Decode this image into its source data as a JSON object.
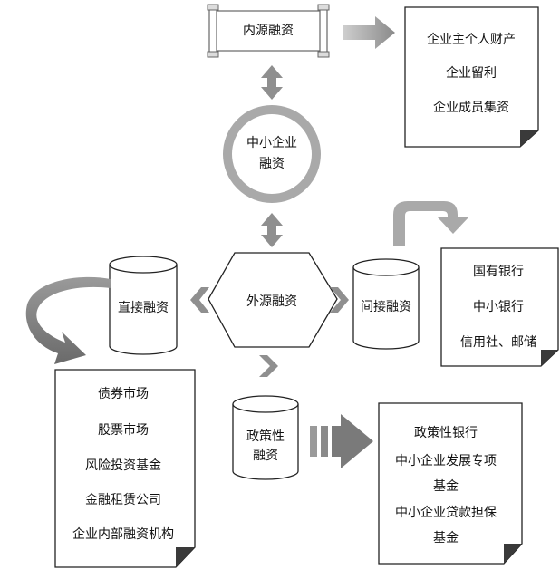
{
  "colors": {
    "ring": "#a9a9a9",
    "arrow_light": "#b0b0b0",
    "arrow_mid": "#8f8f8f",
    "arrow_dark": "#707070",
    "stroke": "#222222",
    "fold": "#3a3a3a"
  },
  "internal": {
    "title": "内源融资",
    "items": [
      "企业主个人财产",
      "企业留利",
      "企业成员集资"
    ]
  },
  "center": {
    "line1": "中小企业",
    "line2": "融资"
  },
  "external": {
    "title": "外源融资"
  },
  "direct": {
    "title": "直接融资",
    "items": [
      "债券市场",
      "股票市场",
      "风险投资基金",
      "金融租赁公司",
      "企业内部融资机构"
    ]
  },
  "indirect": {
    "title": "间接融资",
    "items": [
      "国有银行",
      "中小银行",
      "信用社、邮储"
    ]
  },
  "policy": {
    "line1": "政策性",
    "line2": "融资",
    "items": [
      "政策性银行",
      "中小企业发展专项",
      "基金",
      "中小企业贷款担保",
      "基金"
    ]
  }
}
